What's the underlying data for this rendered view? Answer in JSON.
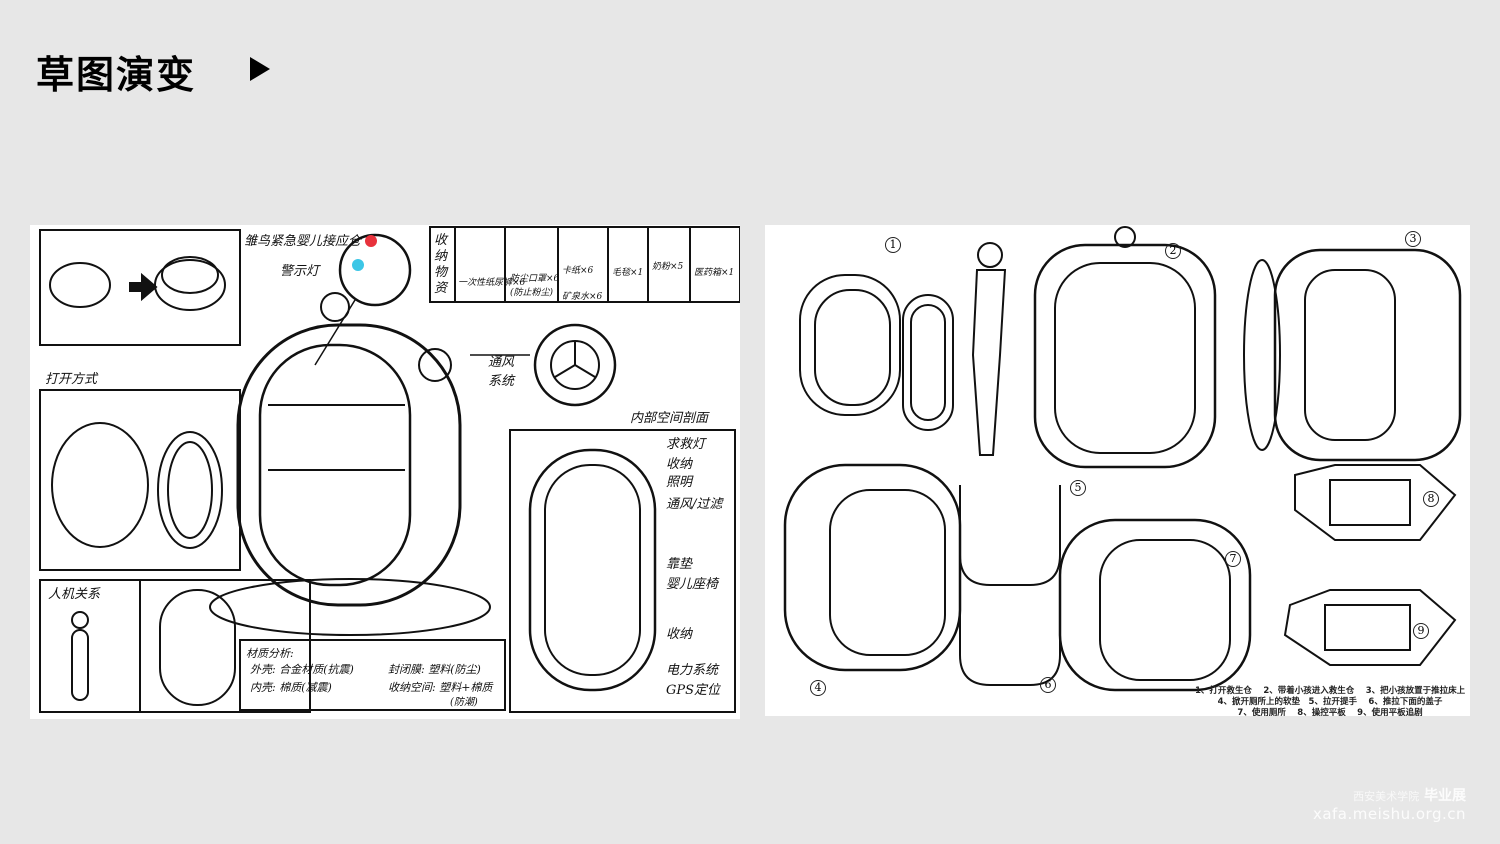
{
  "slide": {
    "title": "草图演变",
    "arrow_icon": "play-triangle-icon"
  },
  "left_sketch": {
    "product_label": "雏鸟紧急婴儿接应仓",
    "warning_light": "警示灯",
    "supplies_heading": "收纳物资",
    "supplies": [
      "一次性纸尿裤×6",
      "防尘口罩×6",
      "(防止粉尘)",
      "卡纸×6",
      "矿泉水×6",
      "毛毯×1",
      "奶粉×5",
      "医药箱×1"
    ],
    "opening_method": "打开方式",
    "ventilation": "通风系统",
    "section_heading": "内部空间剖面",
    "section_labels": [
      "求救灯",
      "收纳",
      "照明",
      "通风/过滤",
      "靠垫",
      "婴儿座椅",
      "收纳",
      "电力系统",
      "GPS定位"
    ],
    "ergonomics": "人机关系",
    "materials": {
      "heading": "材质分析:",
      "lines": [
        "外壳: 合金材质(抗震)",
        "封闭膜: 塑料(防尘)",
        "内壳: 棉质(减震)",
        "收纳空间: 塑料+棉质",
        "(防潮)"
      ]
    },
    "indicator_colors": [
      "#e8323c",
      "#3cc6e6"
    ]
  },
  "right_sketch": {
    "step_numbers": [
      "1",
      "2",
      "3",
      "4",
      "5",
      "6",
      "7",
      "8",
      "9"
    ],
    "captions": [
      "1、打开救生仓　 2、带着小孩进入救生仓　 3、把小孩放置于推拉床上",
      "4、掀开厕所上的软垫　5、拉开提手　 6、推拉下面的盖子",
      "7、使用厕所　 8、操控平板　 9、使用平板追剧"
    ]
  },
  "watermark": {
    "school": "西安美术学院",
    "label": "毕业展",
    "url": "xafa.meishu.org.cn"
  }
}
